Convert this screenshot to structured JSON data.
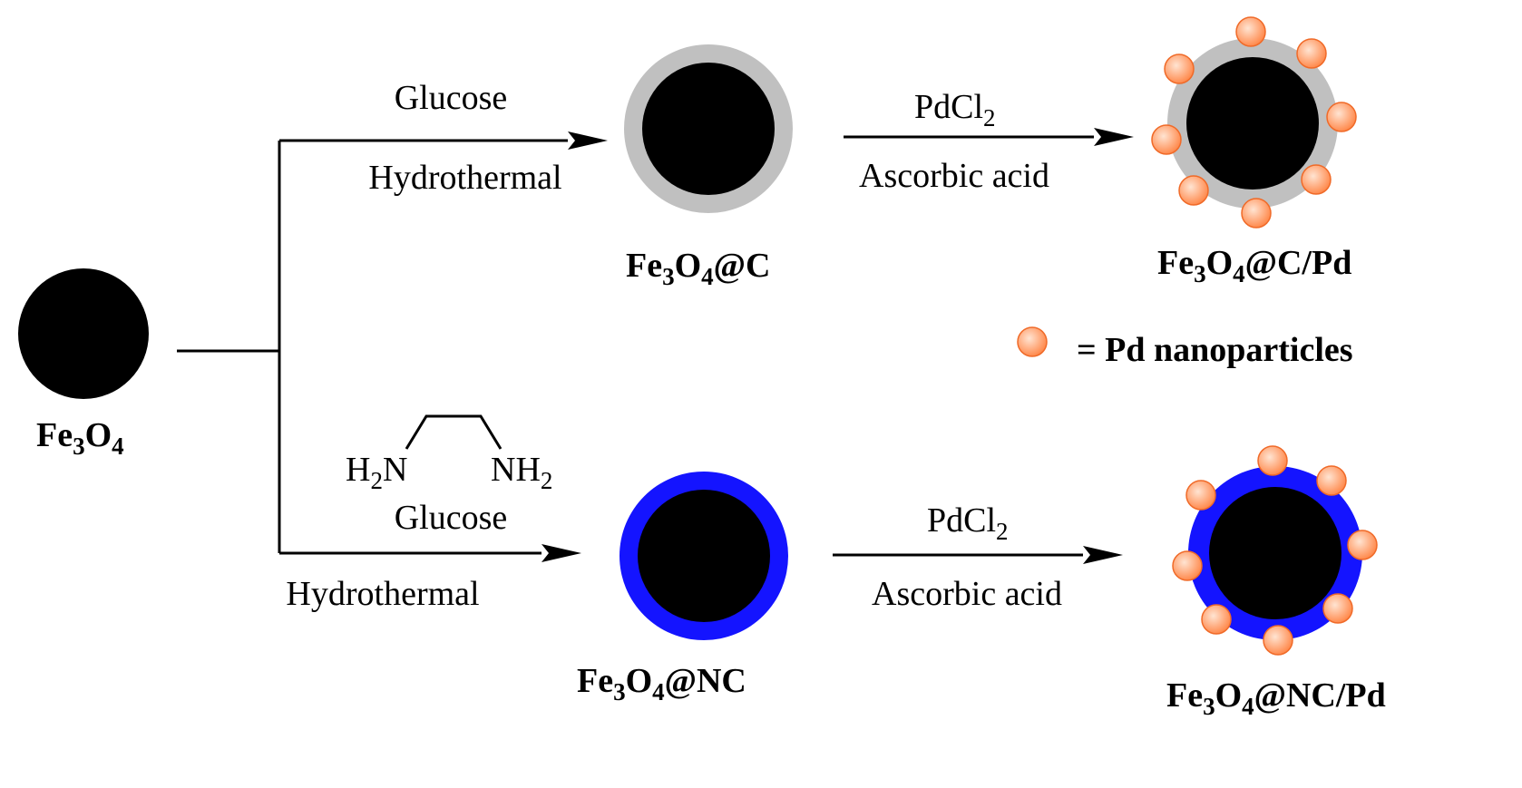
{
  "colors": {
    "core": "#000000",
    "carbon_shell": "#c0c0c0",
    "nc_shell": "#1414ff",
    "pd_particle": "#ff8a4d",
    "pd_highlight": "#ffe4d2"
  },
  "start": {
    "label": {
      "base1": "Fe",
      "sub1": "3",
      "base2": "O",
      "sub2": "4"
    }
  },
  "top_route": {
    "step1": {
      "reagent": "Glucose",
      "condition": "Hydrothermal"
    },
    "product1": {
      "label": {
        "base1": "Fe",
        "sub1": "3",
        "base2": "O",
        "sub2": "4",
        "tail": "@C"
      }
    },
    "step2": {
      "reagent_base": "PdCl",
      "reagent_sub": "2",
      "condition": "Ascorbic acid"
    },
    "product2": {
      "label": {
        "base1": "Fe",
        "sub1": "3",
        "base2": "O",
        "sub2": "4",
        "tail": "@C/Pd"
      }
    }
  },
  "bottom_route": {
    "step1": {
      "amine_left": {
        "base": "H",
        "sub": "2",
        "tail": "N"
      },
      "amine_right": {
        "base": "NH",
        "sub": "2"
      },
      "reagent": "Glucose",
      "condition": "Hydrothermal"
    },
    "product1": {
      "label": {
        "base1": "Fe",
        "sub1": "3",
        "base2": "O",
        "sub2": "4",
        "tail": "@NC"
      }
    },
    "step2": {
      "reagent_base": "PdCl",
      "reagent_sub": "2",
      "condition": "Ascorbic acid"
    },
    "product2": {
      "label": {
        "base1": "Fe",
        "sub1": "3",
        "base2": "O",
        "sub2": "4",
        "tail": "@NC/Pd"
      }
    }
  },
  "legend": {
    "text": "= Pd nanoparticles"
  }
}
